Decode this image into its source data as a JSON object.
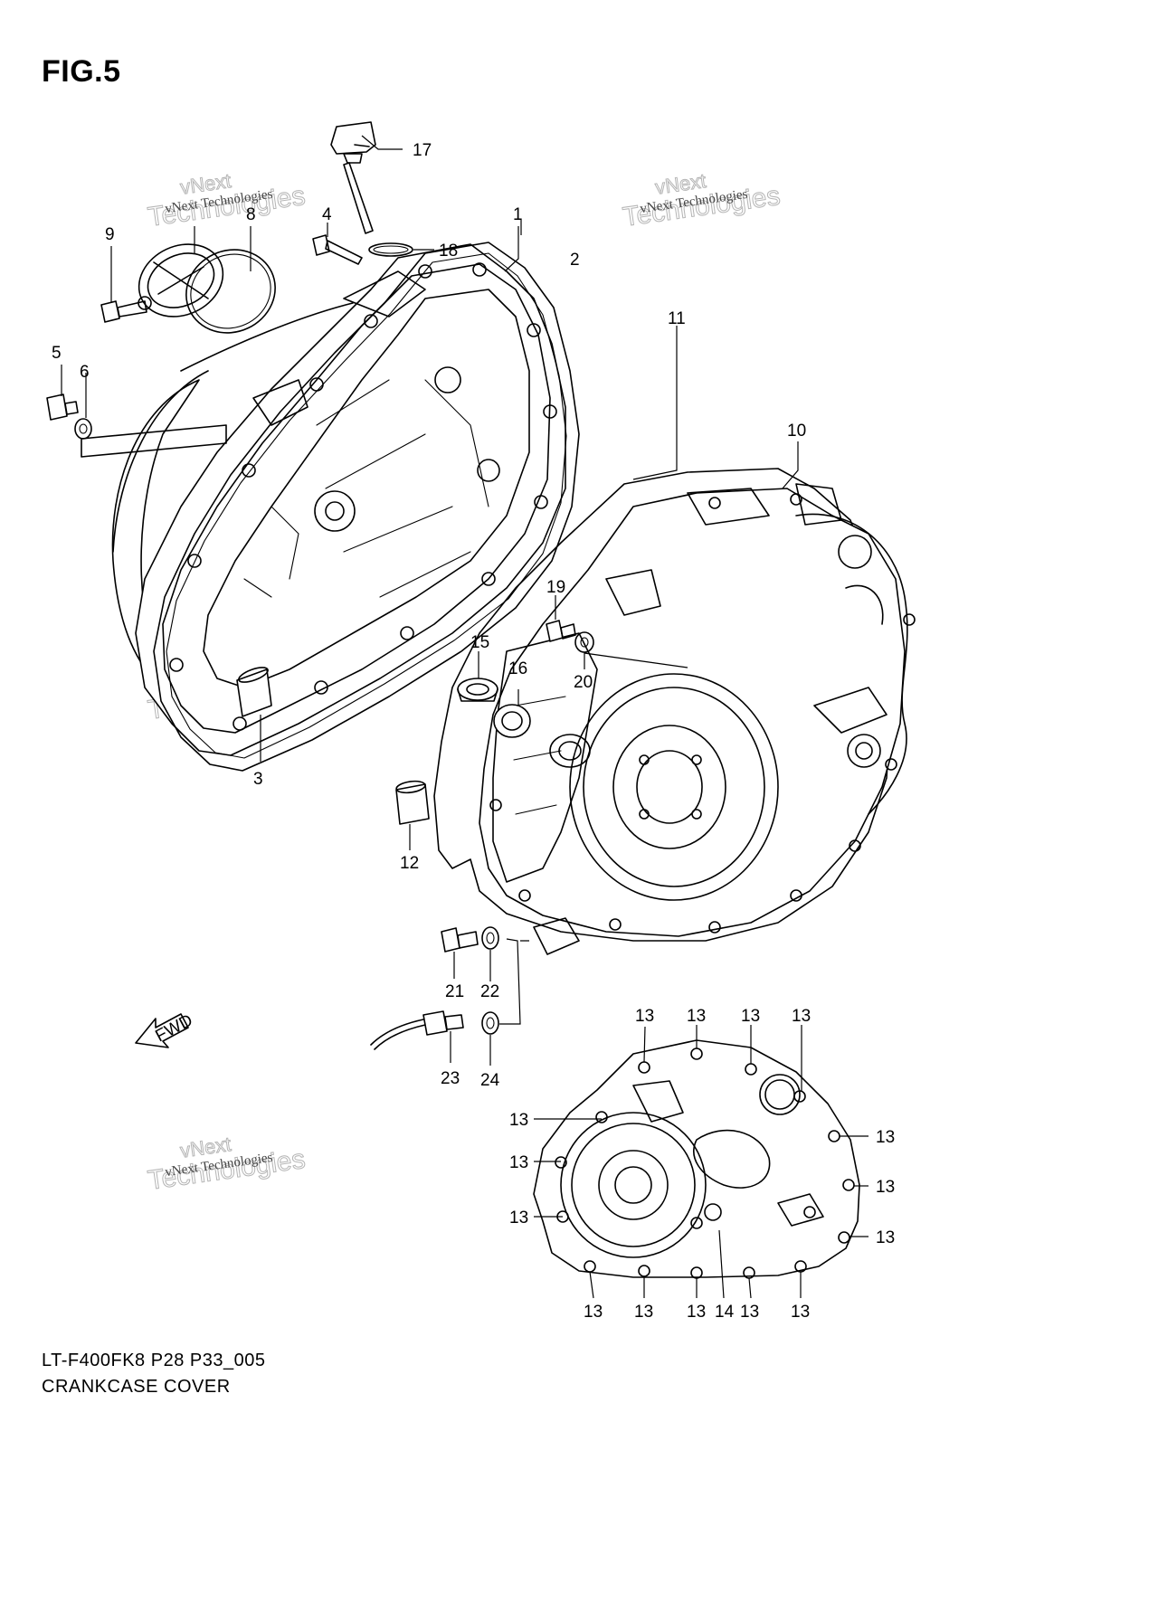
{
  "figure": {
    "title": "FIG.5",
    "model_code": "LT-F400FK8 P28 P33_005",
    "name": "CRANKCASE COVER"
  },
  "arrow_label": "FWD",
  "watermark": {
    "line1": "vNext",
    "line2": "Technologies",
    "caption": "vNext Technologies"
  },
  "callouts": {
    "c1": "1",
    "c2": "2",
    "c3": "3",
    "c4": "4",
    "c5": "5",
    "c6": "6",
    "c8": "8",
    "c9": "9",
    "c10": "10",
    "c11": "11",
    "c12": "12",
    "c14": "14",
    "c15": "15",
    "c16": "16",
    "c17": "17",
    "c18": "18",
    "c19": "19",
    "c20": "20",
    "c21": "21",
    "c22": "22",
    "c23": "23",
    "c24": "24",
    "c13": "13"
  }
}
